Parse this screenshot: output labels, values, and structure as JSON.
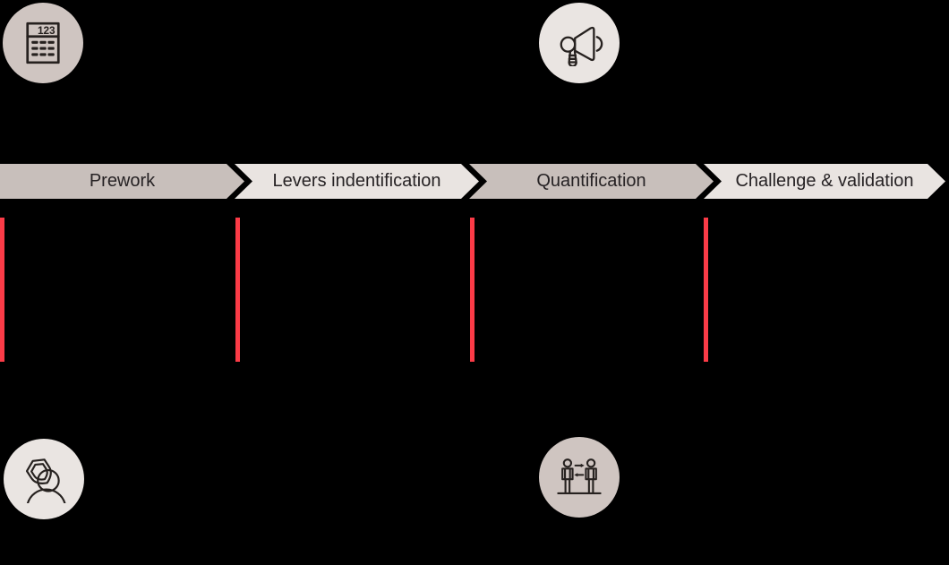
{
  "colors": {
    "background": "#000000",
    "chevron_dark": "#c8bfbb",
    "chevron_light": "#e9e4e1",
    "chevron_label": "#262224",
    "red_line": "#fb3b47",
    "circle_dark": "#cfc5c1",
    "circle_light": "#eae5e2",
    "icon_stroke": "#26211f"
  },
  "process": {
    "stages": [
      {
        "label": "Prework",
        "tone": "dark"
      },
      {
        "label": "Levers indentification",
        "tone": "light"
      },
      {
        "label": "Quantification",
        "tone": "dark"
      },
      {
        "label": "Challenge & validation",
        "tone": "light"
      }
    ]
  },
  "milestone_lines": {
    "count": 4
  },
  "icons": {
    "calculator": {
      "name": "calculator-icon",
      "display": "123"
    },
    "megaphone": {
      "name": "megaphone-icon"
    },
    "person_shield": {
      "name": "person-shield-icon"
    },
    "people_exchange": {
      "name": "people-exchange-icon"
    }
  }
}
